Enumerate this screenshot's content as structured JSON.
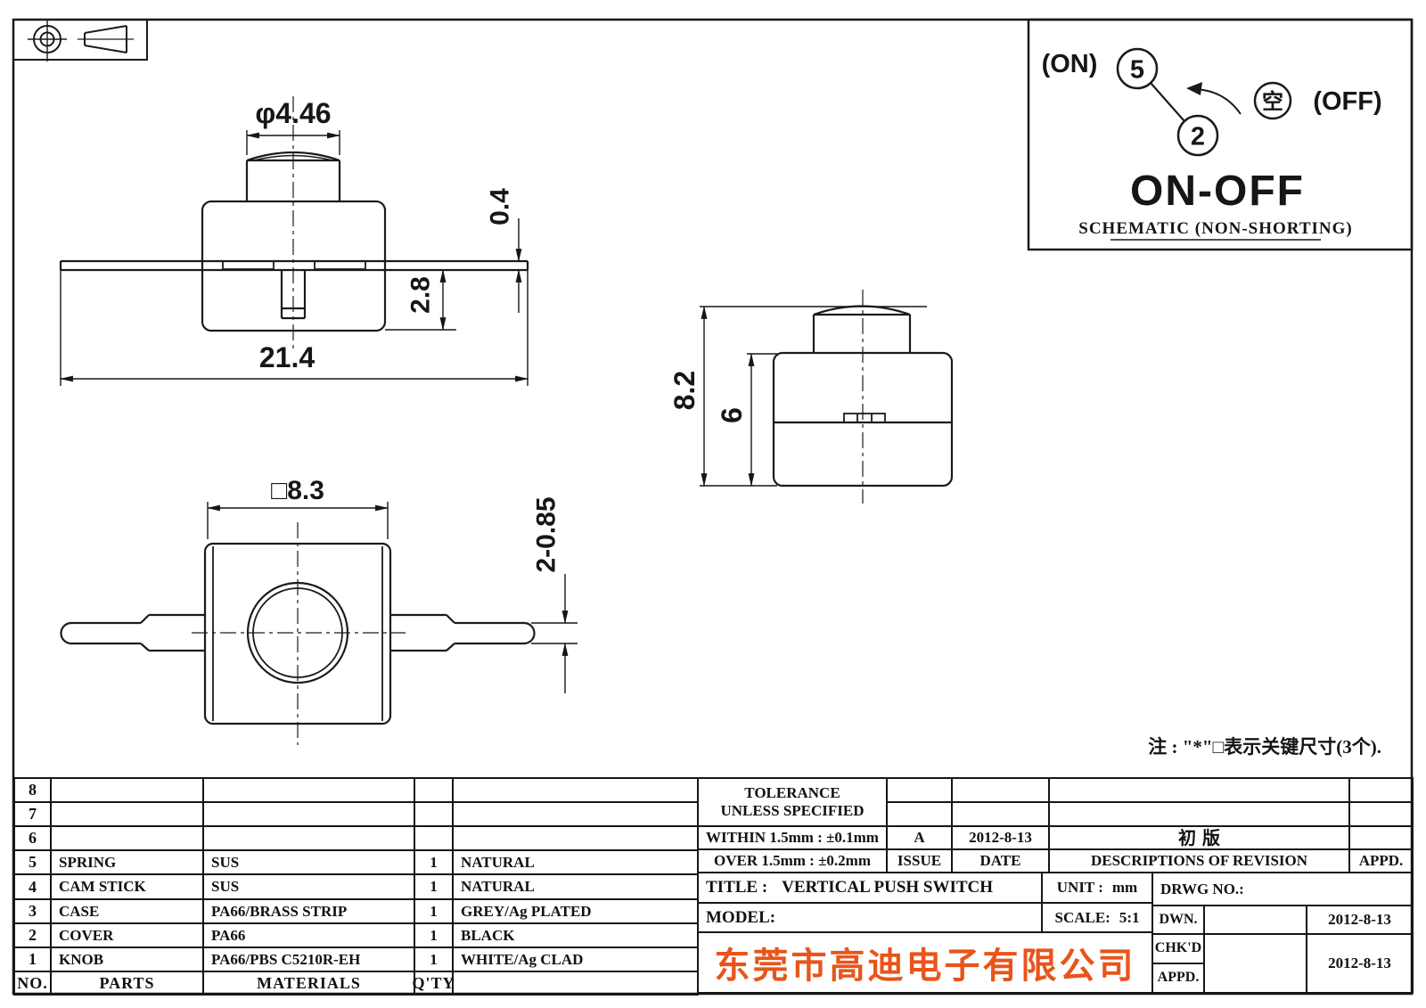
{
  "colors": {
    "line": "#1b1b1b",
    "company_text": "#e8551a",
    "paper": "#ffffff"
  },
  "schematic": {
    "on_label": "(ON)",
    "terminal_on": "5",
    "terminal_off": "2",
    "empty_symbol": "空",
    "off_label": "(OFF)",
    "function_label": "ON-OFF",
    "caption": "SCHEMATIC (NON-SHORTING)"
  },
  "dimensions": {
    "front_knob_diameter": "φ4.46",
    "front_terminal_thickness": "0.4",
    "front_cam_depth": "2.8",
    "front_total_width": "21.4",
    "top_body_square": "□8.3",
    "top_terminal_size": "2-0.85",
    "side_total_height": "8.2",
    "side_body_height": "6"
  },
  "note": "注 : \"*\"□表示关键尺寸(3个).",
  "parts_table": {
    "headers": {
      "no": "NO.",
      "parts": "PARTS",
      "materials": "MATERIALS",
      "qty": "Q'TY",
      "color": ""
    },
    "rows": [
      {
        "no": "8",
        "parts": "",
        "materials": "",
        "qty": "",
        "color": ""
      },
      {
        "no": "7",
        "parts": "",
        "materials": "",
        "qty": "",
        "color": ""
      },
      {
        "no": "6",
        "parts": "",
        "materials": "",
        "qty": "",
        "color": ""
      },
      {
        "no": "5",
        "parts": "SPRING",
        "materials": "SUS",
        "qty": "1",
        "color": "NATURAL"
      },
      {
        "no": "4",
        "parts": "CAM STICK",
        "materials": "SUS",
        "qty": "1",
        "color": "NATURAL"
      },
      {
        "no": "3",
        "parts": "CASE",
        "materials": "PA66/BRASS STRIP",
        "qty": "1",
        "color": "GREY/Ag PLATED"
      },
      {
        "no": "2",
        "parts": "COVER",
        "materials": "PA66",
        "qty": "1",
        "color": "BLACK"
      },
      {
        "no": "1",
        "parts": "KNOB",
        "materials": "PA66/PBS C5210R-EH",
        "qty": "1",
        "color": "WHITE/Ag CLAD"
      }
    ]
  },
  "title_block": {
    "tolerance_line1": "TOLERANCE",
    "tolerance_line2": "UNLESS  SPECIFIED",
    "within": "WITHIN 1.5mm : ±0.1mm",
    "over": "OVER 1.5mm : ±0.2mm",
    "issue_value": "A",
    "issue_label": "ISSUE",
    "date_value": "2012-8-13",
    "date_label": "DATE",
    "revision_value": "初 版",
    "revision_label": "DESCRIPTIONS OF REVISION",
    "appd_label": "APPD.",
    "title_label": "TITLE :",
    "title_value": "VERTICAL PUSH SWITCH",
    "unit_label": "UNIT :",
    "unit_value": "mm",
    "drwg_label": "DRWG NO.:",
    "model_label": "MODEL:",
    "scale_label": "SCALE:",
    "scale_value": "5:1",
    "company": "东莞市高迪电子有限公司",
    "dwn_label": "DWN.",
    "dwn_date": "2012-8-13",
    "chkd_label": "CHK'D",
    "chkd_appd_date": "2012-8-13",
    "appd2_label": "APPD."
  }
}
